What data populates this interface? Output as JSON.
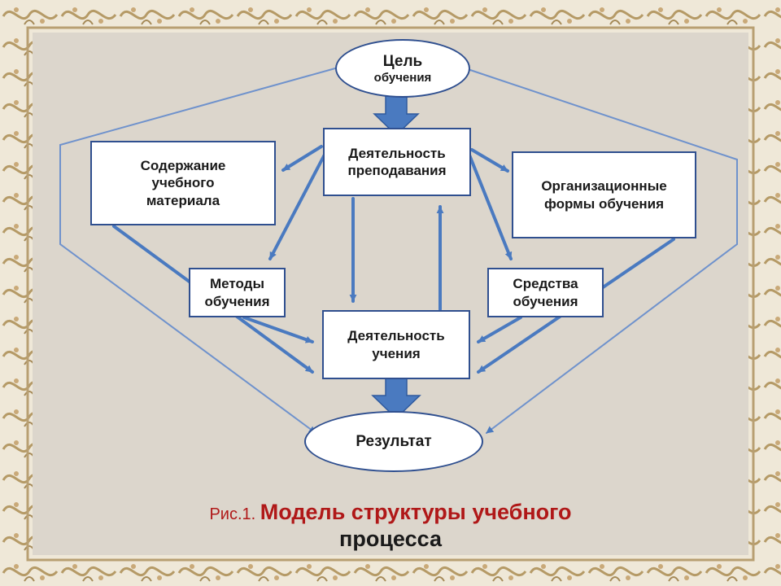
{
  "nodes": {
    "goal": {
      "line1": "Цель",
      "line2": "обучения"
    },
    "teaching": {
      "line1": "Деятельность",
      "line2": "преподавания"
    },
    "content": {
      "line1": "Содержание",
      "line2": "учебного",
      "line3": "материала"
    },
    "forms": {
      "line1": "Организационные",
      "line2": "формы обучения"
    },
    "methods": {
      "line1": "Методы",
      "line2": "обучения"
    },
    "means": {
      "line1": "Средства",
      "line2": "обучения"
    },
    "learning": {
      "line1": "Деятельность",
      "line2": "учения"
    },
    "result": {
      "label": "Результат"
    }
  },
  "caption": {
    "number": "Рис.1. ",
    "line1": "Модель структуры учебного",
    "line2": "процесса"
  },
  "colors": {
    "connector": "#4a7ac0",
    "box_border": "#2f4f8f",
    "caption_accent": "#b01818"
  }
}
